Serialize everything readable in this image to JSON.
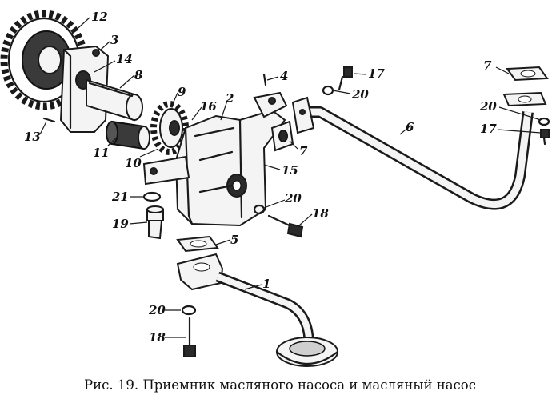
{
  "caption": "Рис. 19. Приемник масляного насоса и масляный насос",
  "callouts": [
    {
      "id": "c12",
      "text": "12"
    },
    {
      "id": "c3",
      "text": "3"
    },
    {
      "id": "c14",
      "text": "14"
    },
    {
      "id": "c8",
      "text": "8"
    },
    {
      "id": "c13",
      "text": "13"
    },
    {
      "id": "c9",
      "text": "9"
    },
    {
      "id": "c16",
      "text": "16"
    },
    {
      "id": "c2",
      "text": "2"
    },
    {
      "id": "c4",
      "text": "4"
    },
    {
      "id": "c11",
      "text": "11"
    },
    {
      "id": "c10",
      "text": "10"
    },
    {
      "id": "c15",
      "text": "15"
    },
    {
      "id": "c7a",
      "text": "7"
    },
    {
      "id": "c17a",
      "text": "17"
    },
    {
      "id": "c20a",
      "text": "20"
    },
    {
      "id": "c6",
      "text": "6"
    },
    {
      "id": "c7b",
      "text": "7"
    },
    {
      "id": "c20b",
      "text": "20"
    },
    {
      "id": "c17b",
      "text": "17"
    },
    {
      "id": "c21",
      "text": "21"
    },
    {
      "id": "c19",
      "text": "19"
    },
    {
      "id": "c20c",
      "text": "20"
    },
    {
      "id": "c18a",
      "text": "18"
    },
    {
      "id": "c5",
      "text": "5"
    },
    {
      "id": "c1",
      "text": "1"
    },
    {
      "id": "c20d",
      "text": "20"
    },
    {
      "id": "c18b",
      "text": "18"
    }
  ]
}
